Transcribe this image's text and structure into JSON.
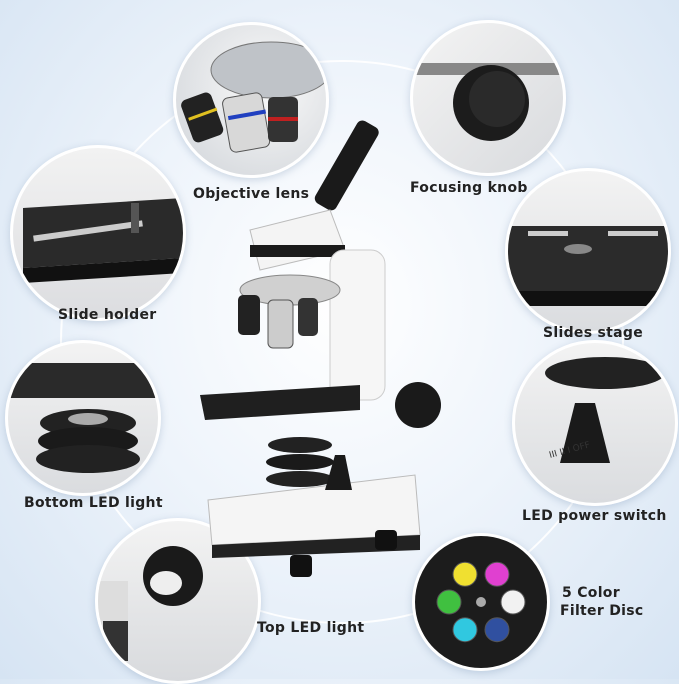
{
  "labels": {
    "objective_lens": "Objective lens",
    "focusing_knob": "Focusing knob",
    "slide_holder": "Slide holder",
    "slides_stage": "Slides stage",
    "bottom_led": "Bottom LED light",
    "led_power_switch": "LED power switch",
    "top_led": "Top LED light",
    "filter_disc_line1": "5 Color",
    "filter_disc_line2": "Filter Disc"
  },
  "switch_markings": "III II I OFF",
  "filter_colors": [
    "#e040d0",
    "#f2f2f2",
    "#3050a0",
    "#30c8e0",
    "#40c040",
    "#f0e030"
  ]
}
